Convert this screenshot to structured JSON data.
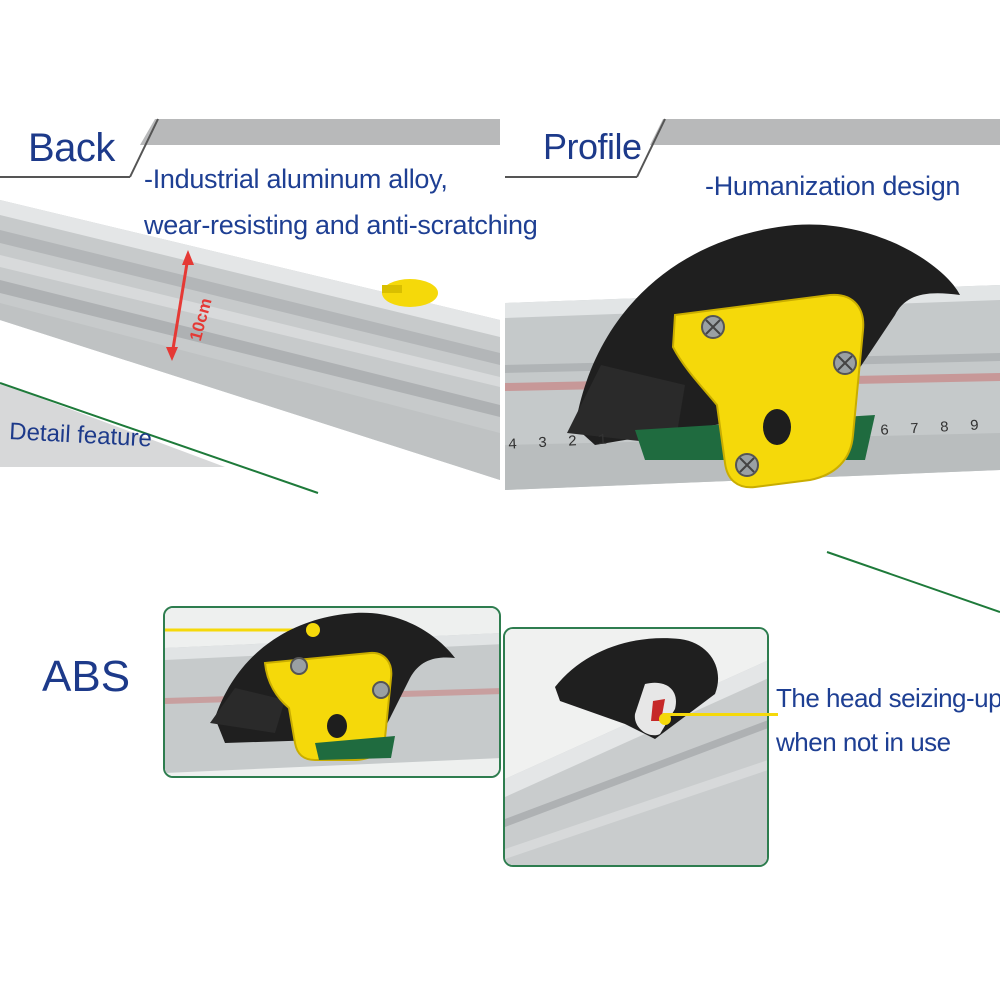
{
  "panels": {
    "back": {
      "title": "Back",
      "features": [
        "-Industrial aluminum alloy,",
        "wear-resisting and anti-scratching"
      ],
      "dimension": "10cm",
      "detail_label": "Detail feature"
    },
    "profile": {
      "title": "Profile",
      "feature": "-Humanization design",
      "scale_left": "4 3 2 1",
      "scale_right": "6 7 8 9"
    },
    "abs": {
      "title": "ABS"
    },
    "head": {
      "caption_line1": "The head seizing-up",
      "caption_line2": "when not in use"
    }
  },
  "colors": {
    "label_blue": "#1d3a8a",
    "dimension_red": "#e53935",
    "cutter_yellow": "#f5d90a",
    "frame_green": "#2e7d4f",
    "rail_silver": "#c9cccd"
  },
  "icons": [
    "screw-icon",
    "dimension-arrow-icon"
  ]
}
